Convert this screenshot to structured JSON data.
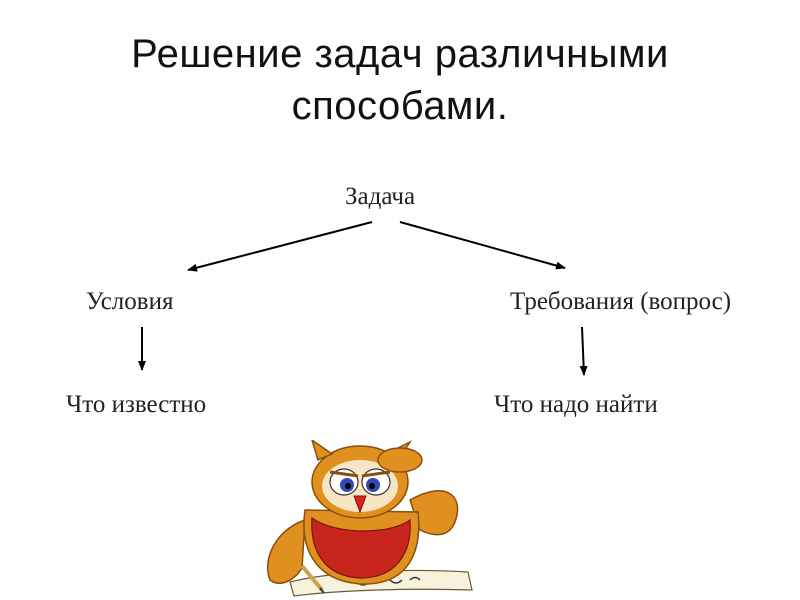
{
  "title": {
    "line1": "Решение  задач  различными",
    "line2": "способами."
  },
  "diagram": {
    "root": "Задача",
    "left_branch": "Условия",
    "right_branch": "Требования (вопрос)",
    "left_leaf": "Что известно",
    "right_leaf": "Что надо найти",
    "line_color": "#000000"
  },
  "illustration": {
    "subject": "owl-icon",
    "body_color": "#e0901e",
    "vest_color": "#c8261c",
    "eye_color": "#2f4ab8",
    "paper_color": "#f7f2dc"
  }
}
